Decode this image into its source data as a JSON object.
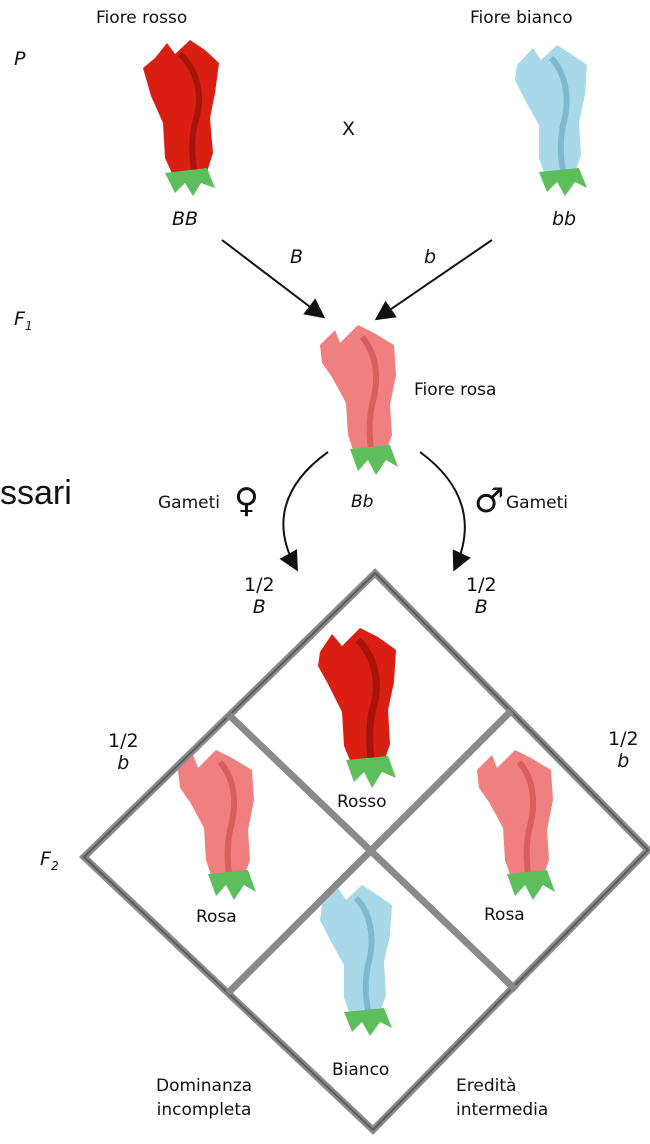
{
  "parents": {
    "generation": "P",
    "red_title": "Fiore rosso",
    "white_title": "Fiore bianco",
    "cross": "X",
    "red_genotype": "BB",
    "white_genotype": "bb",
    "red_gamete": "B",
    "white_gamete": "b"
  },
  "f1": {
    "generation": "F",
    "generation_sub": "1",
    "flower_label": "Fiore rosa",
    "genotype": "Bb",
    "female_label": "Gameti",
    "male_label": "Gameti",
    "female_symbol": "♀",
    "male_symbol": "♂"
  },
  "side_text": "ssari",
  "punnett": {
    "generation": "F",
    "generation_sub": "2",
    "top_left_frac": "1/2",
    "top_left_allele": "B",
    "top_right_frac": "1/2",
    "top_right_allele": "B",
    "left_frac": "1/2",
    "left_allele": "b",
    "right_frac": "1/2",
    "right_allele": "b",
    "cells": {
      "top": "Rosso",
      "left": "Rosa",
      "right": "Rosa",
      "bottom": "Bianco"
    }
  },
  "footer": {
    "left": [
      "Dominanza",
      "incompleta"
    ],
    "right": [
      "Eredità",
      "intermedia"
    ]
  },
  "colors": {
    "red": "#d81f12",
    "red_dark": "#a8140b",
    "pink": "#f07f7f",
    "pink_dark": "#d95e5e",
    "white_flower": "#a9d8e8",
    "white_flower_dark": "#7fb9cf",
    "leaf": "#5cbf5c",
    "grid": "#7a7a7a"
  }
}
